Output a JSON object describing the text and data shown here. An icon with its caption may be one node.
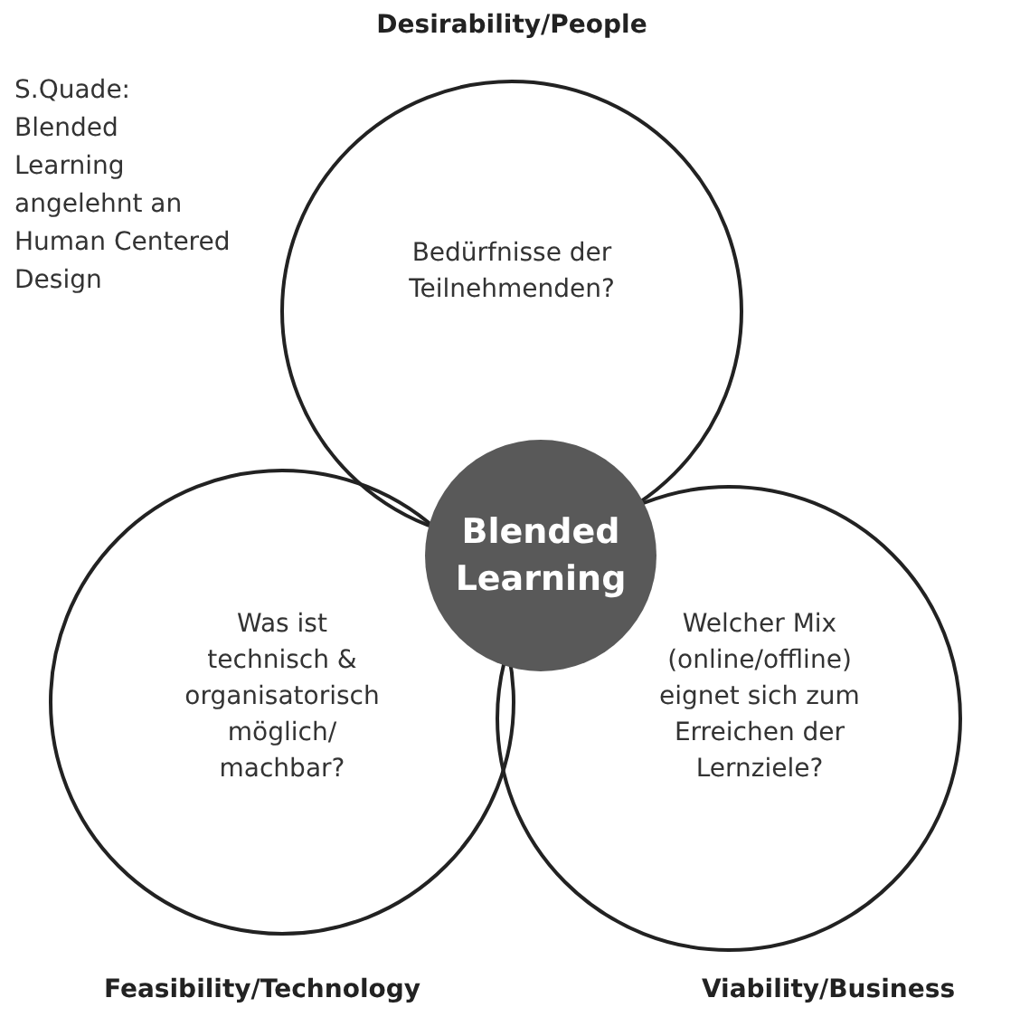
{
  "diagram": {
    "nodes": [
      {
        "text": [
          "Desirability/People",
          "Bedürfnisse der Teilnehmenden?"
        ]
      },
      {
        "text": [
          "Was ist technisch & organisatorisch möglich/ machbar?",
          "Feasibility/Technology"
        ]
      },
      {
        "text": [
          "Welcher Mix (online/offline) eignet sich zum Erreichen der Lernziele?",
          "Viability/Business"
        ]
      },
      {
        "text": [
          "Blended Learning"
        ]
      }
    ],
    "edges": [],
    "labels": [
      "S.Quade: Blended Learning angelehnt an Human Centered Design"
    ]
  }
}
